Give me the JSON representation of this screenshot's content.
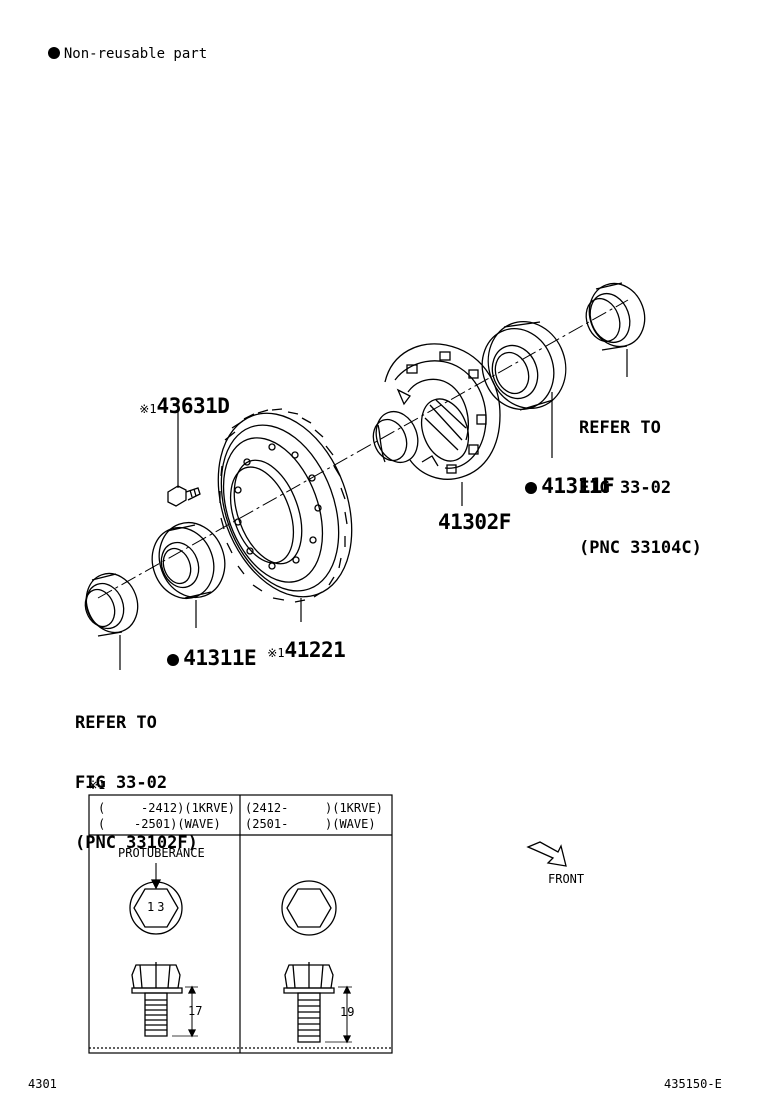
{
  "legend": {
    "symbol": "●",
    "text": "Non-reusable part"
  },
  "callouts": {
    "bolt": {
      "mark": "※1",
      "part_no": "43631D"
    },
    "ring_gear": {
      "mark": "※1",
      "part_no": "41221"
    },
    "bearing_left": {
      "mark": "●",
      "part_no": "41311E"
    },
    "bearing_right": {
      "mark": "●",
      "part_no": "41311F"
    },
    "diff_case": {
      "part_no": "41302F"
    },
    "ref_right": [
      "REFER TO",
      "FIG 33-02",
      "(PNC 33104C)"
    ],
    "ref_left": [
      "REFER TO",
      "FIG 33-02",
      "(PNC 33102F)"
    ]
  },
  "table": {
    "mark": "※1",
    "col1": {
      "line1_a": "(",
      "line1_b": "-2412)(1KRVE)",
      "line2_a": "(",
      "line2_b": "-2501)(WAVE)",
      "note": "PROTUBERANCE",
      "head_mark": "13",
      "length": "17"
    },
    "col2": {
      "line1_a": "(2412-",
      "line1_b": ")(1KRVE)",
      "line2_a": "(2501-",
      "line2_b": ")(WAVE)",
      "length": "19"
    }
  },
  "front_label": "FRONT",
  "page_code": "4301",
  "figure_code": "435150-E"
}
